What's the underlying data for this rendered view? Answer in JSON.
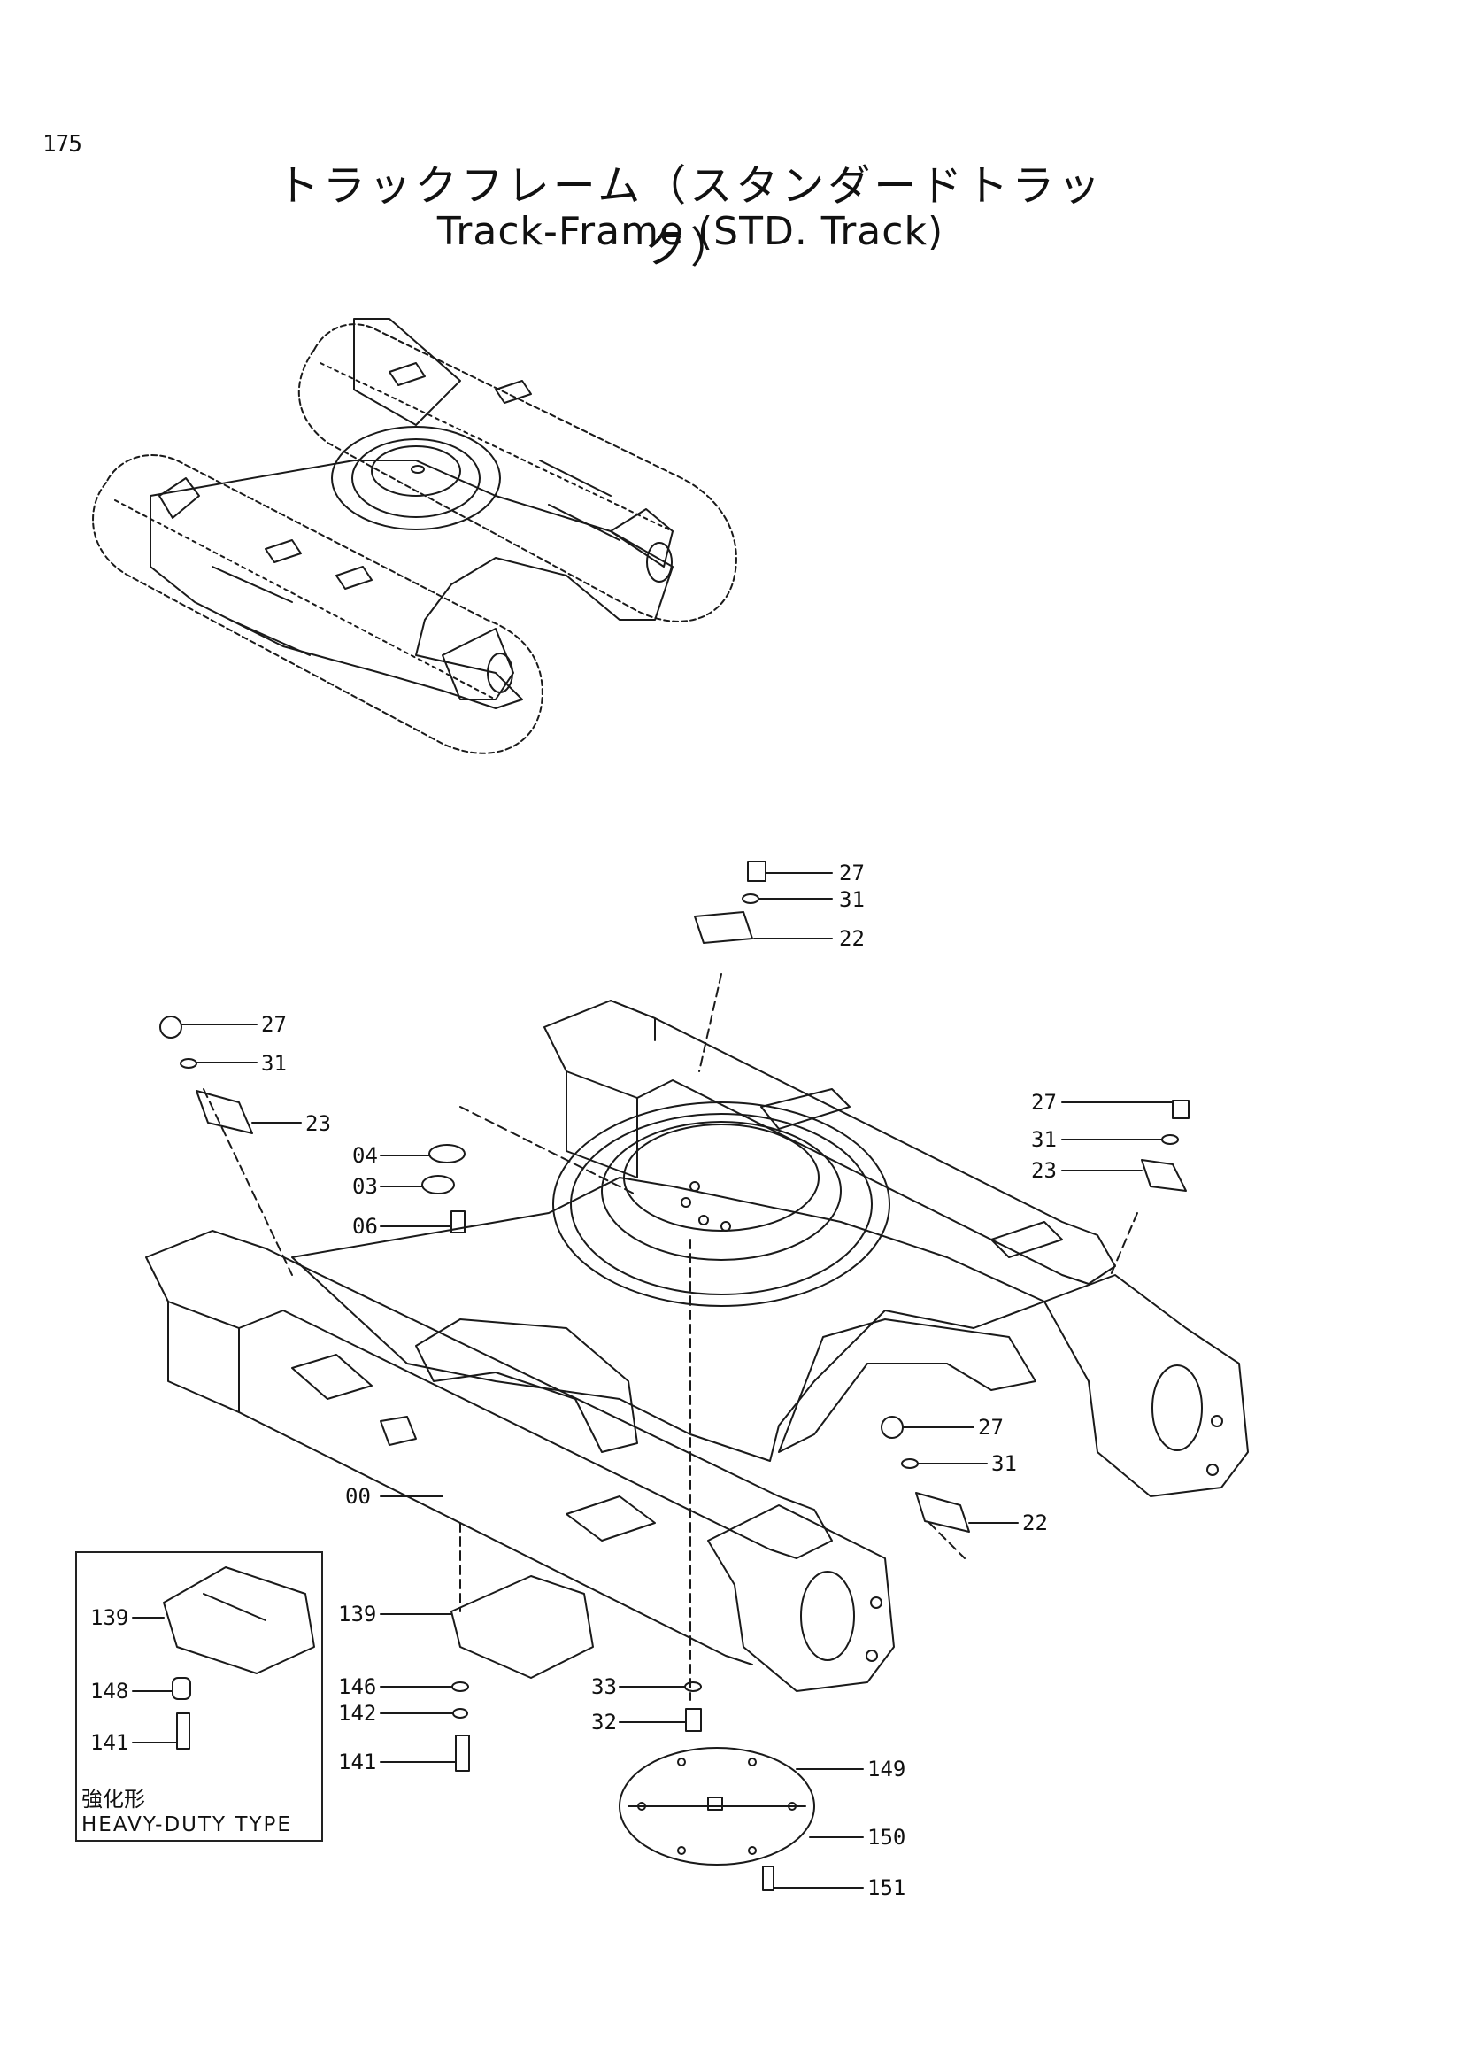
{
  "page_number": "175",
  "title_jp": "トラックフレーム（スタンダードトラック）",
  "title_en": "Track-Frame (STD. Track)",
  "heavy_duty": {
    "label_jp": "強化形",
    "label_en": "HEAVY-DUTY TYPE",
    "callouts": [
      "139",
      "148",
      "141"
    ]
  },
  "callouts": {
    "top_27": "27",
    "top_31": "31",
    "top_22": "22",
    "left_27": "27",
    "left_31": "31",
    "left_23": "23",
    "c04": "04",
    "c03": "03",
    "c06": "06",
    "right_27": "27",
    "right_31": "31",
    "right_23": "23",
    "mid_27": "27",
    "mid_31": "31",
    "mid_22": "22",
    "c00": "00",
    "c139": "139",
    "c146": "146",
    "c142": "142",
    "c141": "141",
    "c33": "33",
    "c32": "32",
    "c149": "149",
    "c150": "150",
    "c151": "151"
  }
}
